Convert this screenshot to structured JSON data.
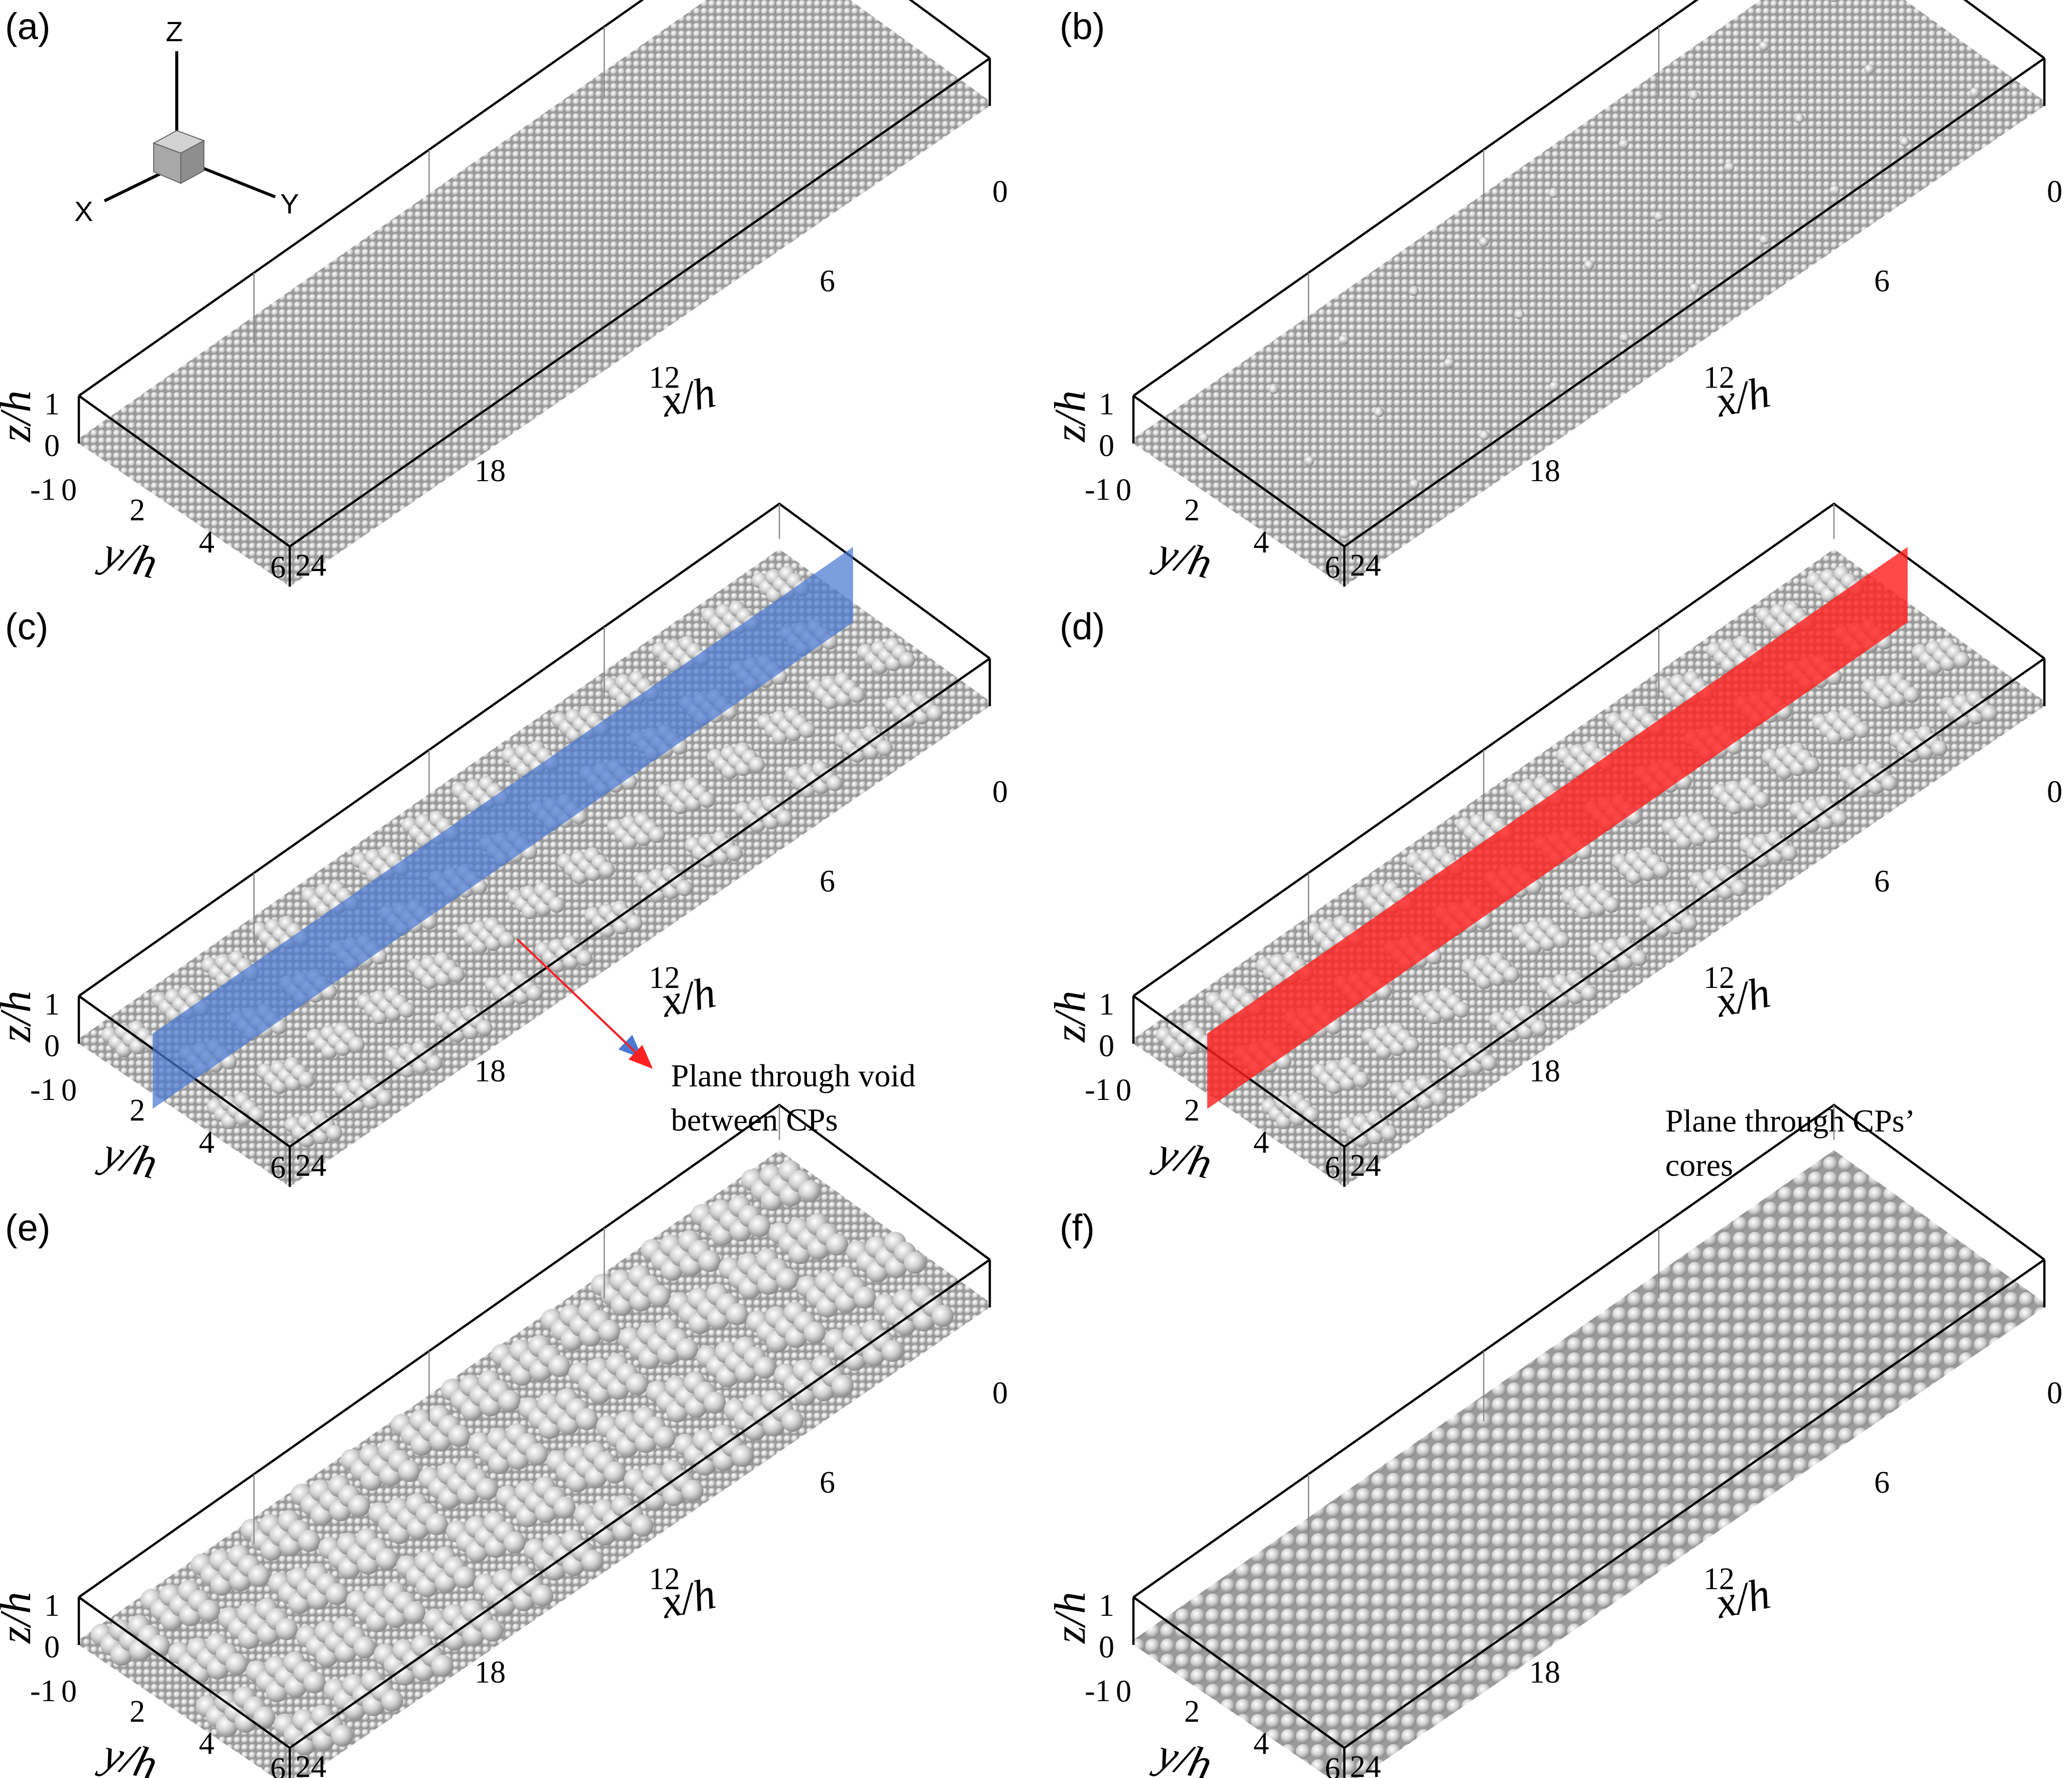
{
  "orientation_triad": {
    "z_label": "Z",
    "x_label": "X",
    "y_label": "Y"
  },
  "axis_labels": {
    "x": "x/h",
    "y": "y/h",
    "z": "z/h"
  },
  "ticks": {
    "x": [
      "0",
      "6",
      "12",
      "18",
      "24"
    ],
    "y": [
      "2",
      "4",
      "6"
    ],
    "z": [
      "1",
      "0",
      "-1"
    ],
    "y0": "0"
  },
  "panels": [
    {
      "label": "(a)",
      "bed": "dense fine uniform spheres",
      "plane": null,
      "note": []
    },
    {
      "label": "(b)",
      "bed": "fine spheres with sparse coarse particles",
      "plane": null,
      "note": []
    },
    {
      "label": "(c)",
      "bed": "fine spheres with coarse particle clusters",
      "plane": {
        "color": "#4a78d2"
      },
      "note": [
        "Plane through void",
        "between CPs"
      ]
    },
    {
      "label": "(d)",
      "bed": "fine spheres with coarse particle clusters",
      "plane": {
        "color": "#ff2020"
      },
      "note": [
        "Plane through CPs’",
        "cores"
      ]
    },
    {
      "label": "(e)",
      "bed": "fine spheres with dense coarse particle clusters",
      "plane": null,
      "note": []
    },
    {
      "label": "(f)",
      "bed": "coarse uniform spheres",
      "plane": null,
      "note": []
    }
  ],
  "colors": {
    "frame": "#000000",
    "sphere_light": "#ffffff",
    "sphere_mid": "#cfcfcf",
    "sphere_dark": "#8a8a8a",
    "triad_cube": "#a8a8a8",
    "plane_void": "#4a78d2",
    "plane_cores": "#ff2020",
    "arrow_void": "#4a78d2",
    "arrow_cores": "#ff2020"
  }
}
